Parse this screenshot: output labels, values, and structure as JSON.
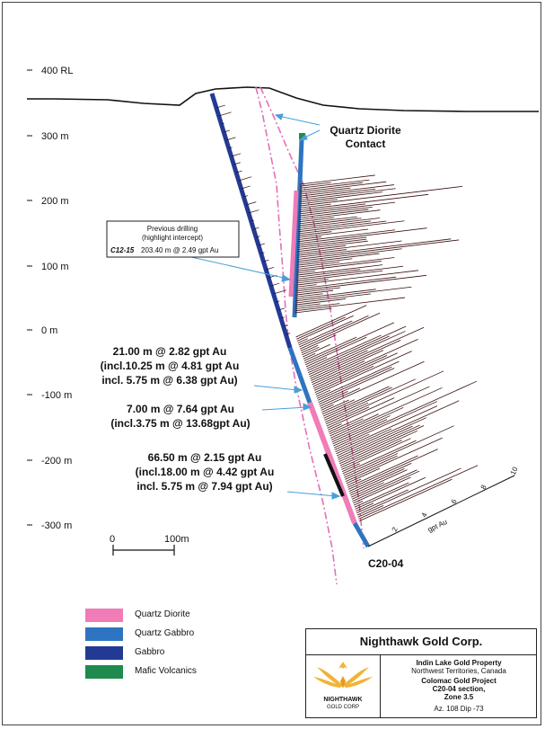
{
  "elevation_labels": [
    "400 RL",
    "300 m",
    "200 m",
    "100 m",
    "0 m",
    "-100 m",
    "-200 m",
    "-300 m"
  ],
  "callouts": {
    "contact_line1": "Quartz Diorite",
    "contact_line2": "Contact",
    "previous_title": "Previous drilling",
    "previous_sub": "(highlight intercept)",
    "previous_hole": "C12-15",
    "previous_intercept": "203.40 m @ 2.49 gpt Au",
    "int1_line1": "21.00 m @ 2.82 gpt Au",
    "int1_line2": "(incl.10.25 m @ 4.81 gpt Au",
    "int1_line3": "incl. 5.75 m @ 6.38 gpt Au)",
    "int2_line1": "7.00 m @ 7.64 gpt Au",
    "int2_line2": "(incl.3.75 m @ 13.68gpt Au)",
    "int3_line1": "66.50 m @ 2.15 gpt Au",
    "int3_line2": "(incl.18.00 m @ 4.42 gpt Au",
    "int3_line3": "incl. 5.75 m @ 7.94 gpt Au)"
  },
  "scale_bar": {
    "start": "0",
    "end": "100m"
  },
  "grade_axis": {
    "label": "gpt Au",
    "ticks": [
      "2",
      "4",
      "6",
      "8",
      "10"
    ]
  },
  "hole_label": "C20-04",
  "legend": [
    {
      "label": "Quartz Diorite",
      "color": "#f07cb8"
    },
    {
      "label": "Quartz Gabbro",
      "color": "#2f74c0"
    },
    {
      "label": "Gabbro",
      "color": "#233a95"
    },
    {
      "label": "Mafic Volcanics",
      "color": "#1e8a4e"
    }
  ],
  "title_block": {
    "company": "Nighthawk Gold Corp.",
    "property": "Indin Lake Gold Property",
    "location": "Northwest Territories, Canada",
    "project": "Colomac Gold Project",
    "section": "C20-04 section,",
    "zone": "Zone 3.5",
    "orientation": "Az. 108  Dip -73",
    "logo_line1": "NIGHTHAWK",
    "logo_line2": "GOLD CORP"
  }
}
